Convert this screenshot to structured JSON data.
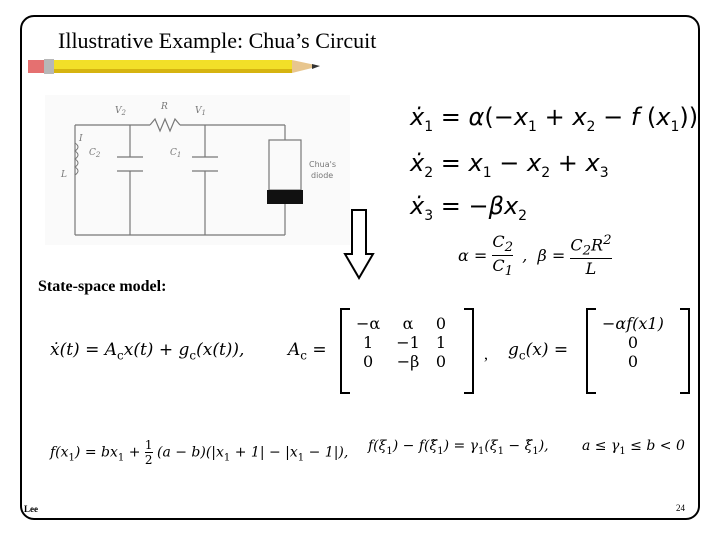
{
  "slide": {
    "title": "Illustrative Example: Chua’s Circuit",
    "state_space_label": "State-space model:",
    "footer_left": "Lee",
    "page_number": "24"
  },
  "circuit": {
    "labels": [
      "V2",
      "R",
      "V1",
      "I",
      "C2",
      "C1",
      "L",
      "Chua's",
      "diode"
    ]
  },
  "equations": {
    "eq1": "ẋ1 = α(−x1 + x2 − f(x1))",
    "eq2": "ẋ2 = x1 − x2 + x3",
    "eq3": "ẋ3 = −βx2",
    "params": "α = C2/C1,  β = C2R²/L",
    "state_space": "ẋ(t) = Acx(t) + gc(x(t)),",
    "Ac_label": "Ac =",
    "Ac": [
      [
        "−α",
        "α",
        "0"
      ],
      [
        "1",
        "−1",
        "1"
      ],
      [
        "0",
        "−β",
        "0"
      ]
    ],
    "gc_label": "gc(x) =",
    "gc": [
      "−αf(x1)",
      "0",
      "0"
    ],
    "nonlinearity": "f(x1) = bx1 + ½(a − b)(|x1 + 1| − |x1 − 1|),",
    "slope": "f(ξ1) − f(ξ̃1) = γ1(ξ1 − ξ̃1),",
    "bounds": "a ≤ γ1 ≤ b < 0"
  }
}
